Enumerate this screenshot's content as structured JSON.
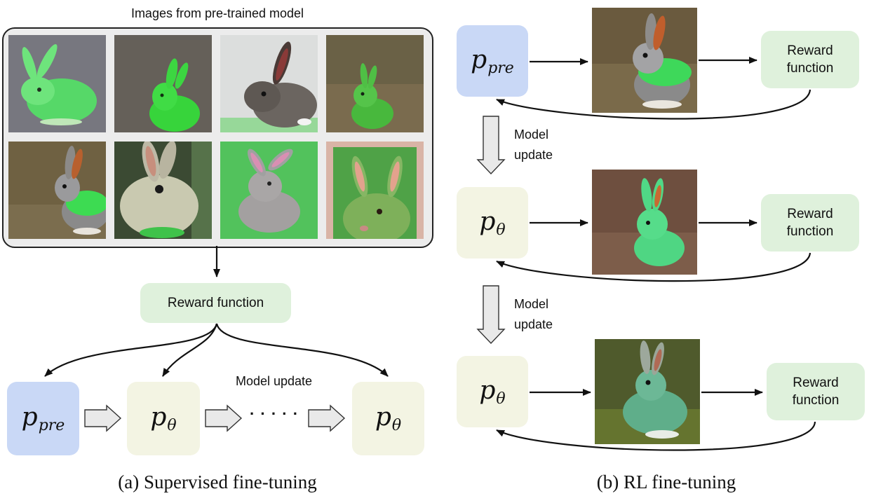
{
  "panel_a": {
    "grid_title": "Images from pre-trained model",
    "reward_label": "Reward function",
    "model_update_label": "Model update",
    "dots": "· · · · ·",
    "nodes": [
      {
        "symbol": "p",
        "subscript": "pre"
      },
      {
        "symbol": "p",
        "subscript": "θ"
      },
      {
        "symbol": "p",
        "subscript": "θ"
      }
    ],
    "caption": "(a)  Supervised fine-tuning"
  },
  "panel_b": {
    "rows": [
      {
        "symbol": "p",
        "subscript": "pre",
        "reward": [
          "Reward",
          "function"
        ]
      },
      {
        "symbol": "p",
        "subscript": "θ",
        "reward": [
          "Reward",
          "function"
        ]
      },
      {
        "symbol": "p",
        "subscript": "θ",
        "reward": [
          "Reward",
          "function"
        ]
      }
    ],
    "updates": [
      [
        "Model",
        "update"
      ],
      [
        "Model",
        "update"
      ]
    ],
    "caption": "(b)  RL fine-tuning"
  },
  "colors": {
    "p_pre_box": "#c9d8f6",
    "p_theta_box": "#f3f4e3",
    "reward_box": "#dff1dc",
    "grid_frame": "#ececec"
  }
}
